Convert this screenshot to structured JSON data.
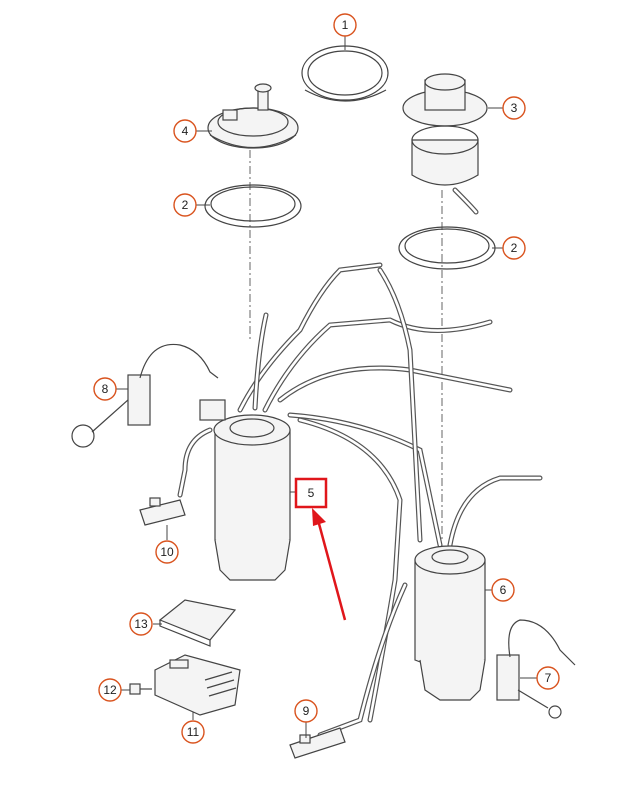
{
  "callouts": [
    {
      "id": "c1",
      "label": "1"
    },
    {
      "id": "c2a",
      "label": "2"
    },
    {
      "id": "c2b",
      "label": "2"
    },
    {
      "id": "c3",
      "label": "3"
    },
    {
      "id": "c4",
      "label": "4"
    },
    {
      "id": "c5",
      "label": "5"
    },
    {
      "id": "c6",
      "label": "6"
    },
    {
      "id": "c7",
      "label": "7"
    },
    {
      "id": "c8",
      "label": "8"
    },
    {
      "id": "c9",
      "label": "9"
    },
    {
      "id": "c10",
      "label": "10"
    },
    {
      "id": "c11",
      "label": "11"
    },
    {
      "id": "c12",
      "label": "12"
    },
    {
      "id": "c13",
      "label": "13"
    }
  ],
  "highlight": {
    "label": "5",
    "color": "#e0161b"
  },
  "colors": {
    "accent": "#d9531e",
    "highlight": "#e0161b",
    "line": "#444444"
  }
}
